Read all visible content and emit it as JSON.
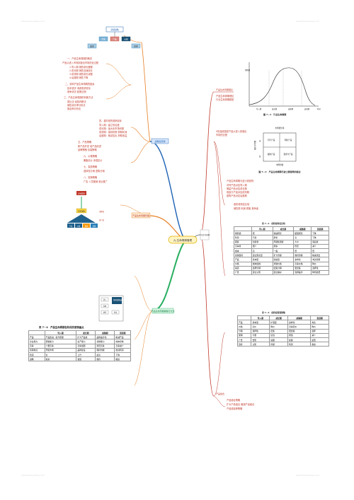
{
  "watermark": "www.zhuliyiwang.com",
  "center": {
    "label": "九.生命周期管理"
  },
  "right_root": {
    "label": "产品生命周期"
  },
  "branches": {
    "tl": "战略性营销",
    "ml": "产品生命周期管理",
    "bl": "产品生命周期策略与方法",
    "tr": "产品生命周期理论",
    "br": "产品组合"
  },
  "top_cluster": {
    "title": "营销战略",
    "boxes": [
      "市场",
      "产品",
      "价格",
      "渠道",
      "促销"
    ]
  },
  "pyramid": {
    "top": "企业愿景",
    "mid": "竞争战略",
    "base": [
      "产品",
      "价格",
      "渠道",
      "促销"
    ],
    "labels": [
      "战略层",
      "执行层"
    ]
  },
  "left_notes": [
    "一、产品生命周期的概念",
    "产品从进入市场到退出市场的全过程",
    "1.导入期 销售增长缓慢",
    "2.成长期 销售迅速增长",
    "3.成熟期 销售增长减慢",
    "4.衰退期 销售下降",
    "二、影响产品生命周期的因素",
    "技术进步 消费需求变化",
    "竞争状况 政策法规",
    "三、产品生命周期的判断方法",
    "类比法 经验判断法",
    "销售增长率分析法",
    "普及率分析法",
    "四、各阶段的营销目标",
    "导入期：建立知名度",
    "成长期：最大化市场份额",
    "成熟期：保持份额 获取利润",
    "衰退期：削减支出 榨取收益",
    "五、产品策略",
    "新产品开发 老产品改进",
    "品牌策略 包装策略",
    "六、价格策略",
    "撇脂定价 渗透定价",
    "七、渠道策略",
    "选择性分销 密集分销",
    "八、促销策略",
    "广告 人员推销 营业推广"
  ],
  "chart_figure": {
    "caption": "图 7－1　行业生命周期",
    "ylabel": "销售额",
    "xlabel": "时间",
    "stages": [
      "导入期",
      "成长期",
      "成熟期",
      "衰退期"
    ]
  },
  "matrix_figure": {
    "caption": "图 7－2　产品生命周期与波士顿矩阵的结合",
    "quadrants": [
      "问号产品",
      "明星产品",
      "瘦狗产品",
      "现金牛产品"
    ],
    "axis_top": "市场增长率",
    "axis_left": "相对市场份额",
    "axis_bottom": "市场份额",
    "corner": [
      "高",
      "低"
    ]
  },
  "right_notes": [
    "产品生命周期理论",
    "行业生命周期模型",
    "S形曲线描述产品从进入到退出",
    "市场的过程",
    "产品生命周期与波士顿矩阵",
    "问号产品对应导入期",
    "明星产品对应成长期",
    "现金牛产品对应成熟期",
    "瘦狗产品对应衰退期",
    "各阶段特征比较",
    "销售额 利润 顾客 竞争者"
  ],
  "table1": {
    "caption": "表 7－2　各阶段特征比较",
    "headers": [
      "",
      "导入期",
      "成长期",
      "成熟期",
      "衰退期"
    ],
    "rows": [
      [
        "销售额",
        "低",
        "快速增长",
        "缓慢增长",
        "下降"
      ],
      [
        "利润",
        "亏损",
        "增长",
        "高",
        "下降"
      ],
      [
        "顾客",
        "创新者",
        "早期使用者",
        "大众",
        "落后者"
      ],
      [
        "竞争者",
        "很少",
        "增多",
        "稳定",
        "减少"
      ],
      [
        "成本",
        "高",
        "一般",
        "低",
        "低"
      ],
      [
        "营销目标",
        "建立知名度",
        "扩大份额",
        "维持份额",
        "削减支出"
      ],
      [
        "产品",
        "基本型",
        "改进型",
        "多样化",
        "淘汰弱项"
      ],
      [
        "价格",
        "成本加成",
        "渗透价格",
        "竞争价格",
        "降价"
      ],
      [
        "渠道",
        "选择分销",
        "密集分销",
        "更密集",
        "选择性"
      ],
      [
        "广告",
        "建立认知",
        "建立偏好",
        "强调差异",
        "降到最低"
      ]
    ]
  },
  "table2": {
    "caption": "表 7－3　各阶段营销策略",
    "headers": [
      "",
      "导入期",
      "成长期",
      "成熟期",
      "衰退期"
    ],
    "rows": [
      [
        "产品",
        "基本型",
        "扩展型",
        "多样化",
        "淘汰"
      ],
      [
        "价格",
        "高价",
        "降价",
        "竞争定价",
        "降价"
      ],
      [
        "分销",
        "选择性",
        "密集",
        "更密集",
        "选择"
      ],
      [
        "促销",
        "大量",
        "适当",
        "增加",
        "减少"
      ],
      [
        "广告",
        "告知",
        "说服",
        "提醒",
        "最低"
      ],
      [
        "目标",
        "认知",
        "份额",
        "利润",
        "收益"
      ]
    ]
  },
  "table3": {
    "caption": "表 7－4　产品生命周期各阶段的营销重点",
    "headers": [
      "",
      "导入期",
      "成长期",
      "成熟期",
      "衰退期"
    ],
    "rows": [
      [
        "产品",
        "产品改进，提升质量",
        "扩大产品线",
        "品牌差异化",
        "削减产品"
      ],
      [
        "企业能力",
        "研发能力",
        "生产能力",
        "营销能力",
        "成本控制"
      ],
      [
        "竞争",
        "少量竞争",
        "竞争加剧",
        "激烈竞争",
        "竞争减少"
      ],
      [
        "营销重点",
        "开拓市场",
        "品牌建设",
        "保持份额",
        "收割利润"
      ],
      [
        "利润",
        "负",
        "上升",
        "最高",
        "下降"
      ],
      [
        "战略",
        "投资",
        "发展",
        "维持",
        "撤退"
      ]
    ]
  },
  "bottom_right": [
    "产品组合策略",
    "扩大产品组合 缩减产品组合",
    "产品线延伸策略"
  ],
  "bottom_left_box": {
    "title": "营销战略选择",
    "items": [
      "进入",
      "发展",
      "维持",
      "退出"
    ]
  }
}
